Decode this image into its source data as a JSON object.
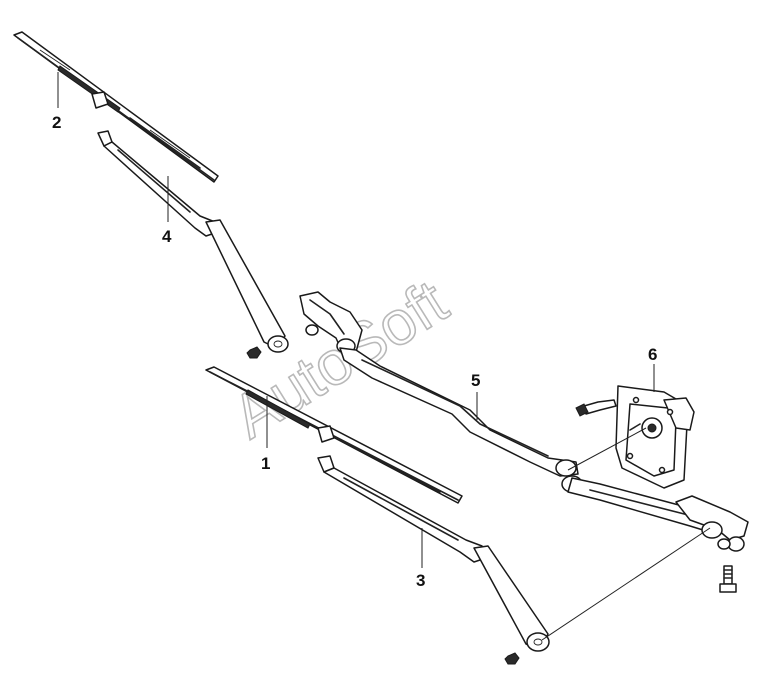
{
  "watermark": {
    "text": "AutoSoft"
  },
  "callouts": [
    {
      "id": "1",
      "text": "1"
    },
    {
      "id": "2",
      "text": "2"
    },
    {
      "id": "3",
      "text": "3"
    },
    {
      "id": "4",
      "text": "4"
    },
    {
      "id": "5",
      "text": "5"
    },
    {
      "id": "6",
      "text": "6"
    }
  ]
}
